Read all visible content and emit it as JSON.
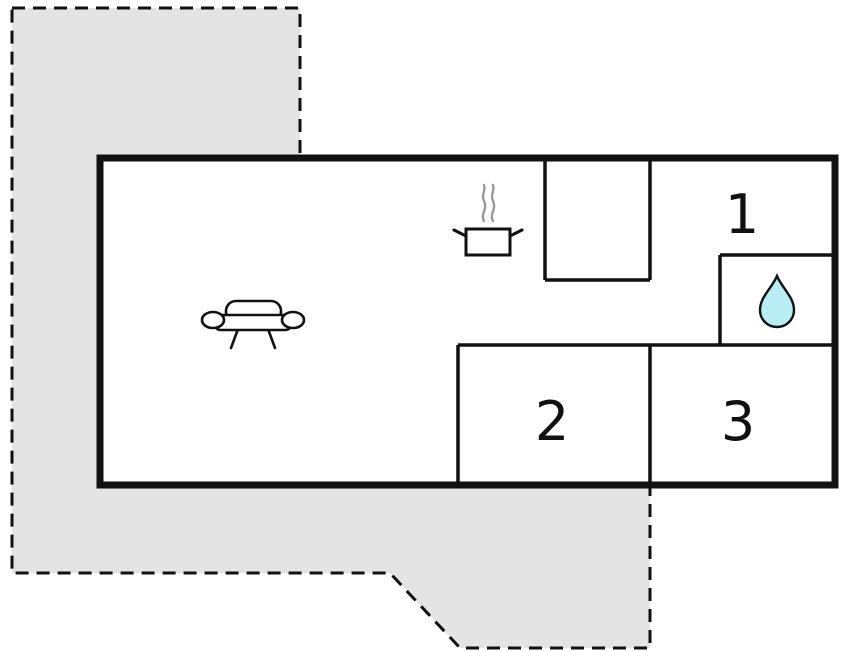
{
  "floorplan": {
    "rooms": [
      {
        "id": "room-1",
        "label": "1"
      },
      {
        "id": "room-2",
        "label": "2"
      },
      {
        "id": "room-3",
        "label": "3"
      }
    ],
    "icons": [
      {
        "name": "sofa-icon",
        "meaning": "living room seating"
      },
      {
        "name": "cooking-pot-icon",
        "meaning": "kitchen / stove"
      },
      {
        "name": "water-drop-icon",
        "meaning": "bathroom / water"
      }
    ],
    "colors": {
      "plot_fill": "#e4e4e4",
      "plot_stroke": "#111111",
      "wall": "#111111",
      "interior_fill": "#ffffff",
      "water_drop_fill": "#b9edf4",
      "steam_stroke": "#999999"
    }
  }
}
